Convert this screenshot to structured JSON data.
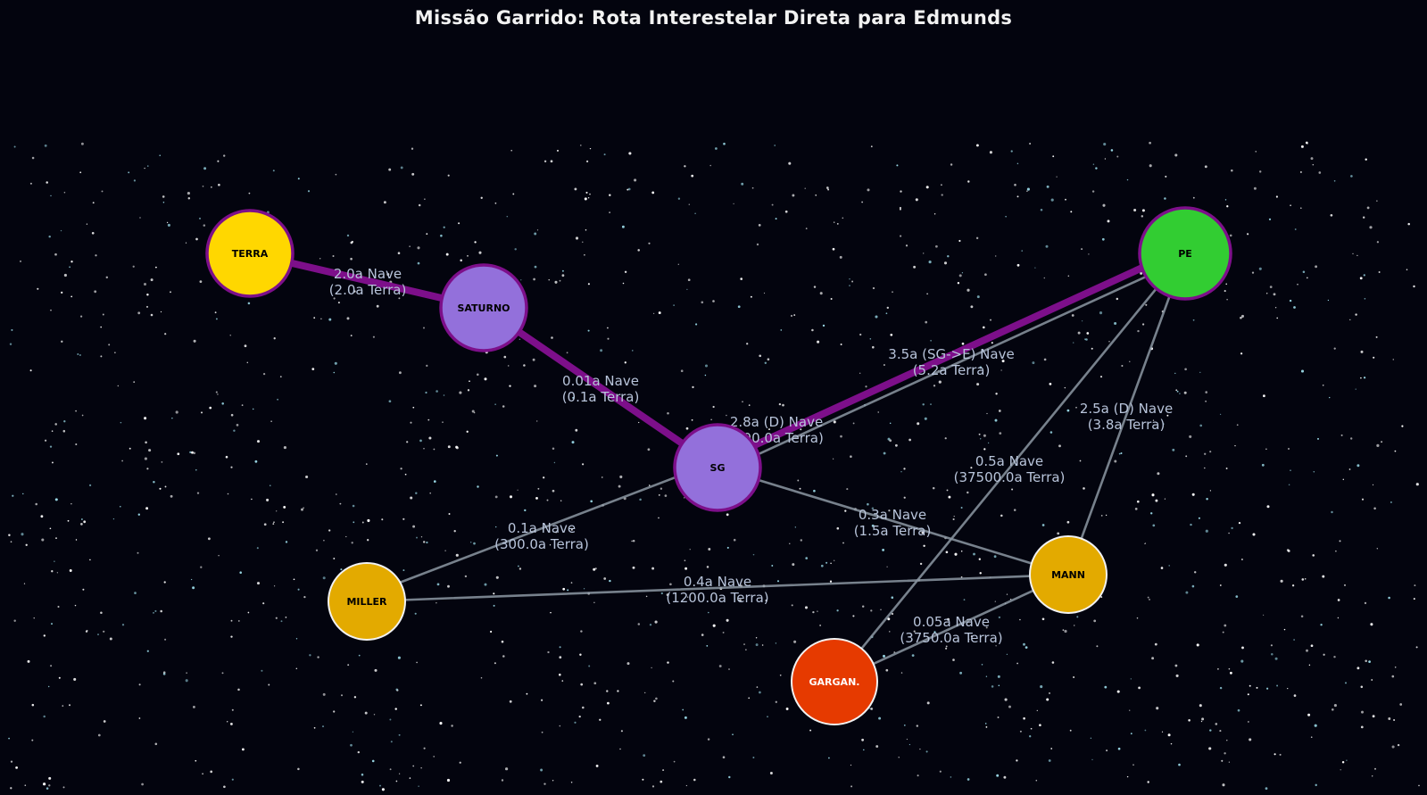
{
  "title": "Missão Garrido: Rota Interestelar Direta para Edmunds",
  "colors": {
    "background": "#03040e",
    "route": "#7d0f8a",
    "edge": "#8c97a3",
    "node_outline_route": "#7d0f8a",
    "node_outline_other": "#f2f2f2"
  },
  "nodes": [
    {
      "id": "TERRA",
      "label": "TERRA",
      "color": "#ffd700",
      "label_color": "#000000",
      "on_route": true
    },
    {
      "id": "SATURNO",
      "label": "SATURNO",
      "color": "#9370db",
      "label_color": "#000000",
      "on_route": true
    },
    {
      "id": "SG",
      "label": "SG",
      "color": "#9370db",
      "label_color": "#000000",
      "on_route": true
    },
    {
      "id": "PE",
      "label": "PE",
      "color": "#32cd32",
      "label_color": "#000000",
      "on_route": true
    },
    {
      "id": "MILLER",
      "label": "MILLER",
      "color": "#e3aa00",
      "label_color": "#000000",
      "on_route": false
    },
    {
      "id": "MANN",
      "label": "MANN",
      "color": "#e3aa00",
      "label_color": "#000000",
      "on_route": false
    },
    {
      "id": "GARGAN",
      "label": "GARGAN.",
      "color": "#e63a00",
      "label_color": "#ffffff",
      "on_route": false
    }
  ],
  "edges": [
    {
      "from": "TERRA",
      "to": "SATURNO",
      "route": true,
      "label": [
        "2.0a Nave",
        "(2.0a Terra)"
      ]
    },
    {
      "from": "SATURNO",
      "to": "SG",
      "route": true,
      "label": [
        "0.01a Nave",
        "(0.1a Terra)"
      ]
    },
    {
      "from": "SG",
      "to": "PE",
      "route": true,
      "label": [
        "2.8a (D) Nave",
        "(100.0a Terra)"
      ]
    },
    {
      "from": "SG",
      "to": "PE",
      "route": false,
      "label": [
        "3.5a (SG->E) Nave",
        "(5.2a Terra)"
      ]
    },
    {
      "from": "SG",
      "to": "MILLER",
      "route": false,
      "label": [
        "0.1a Nave",
        "(300.0a Terra)"
      ]
    },
    {
      "from": "SG",
      "to": "MANN",
      "route": false,
      "label": [
        "0.3a Nave",
        "(1.5a Terra)"
      ]
    },
    {
      "from": "MILLER",
      "to": "MANN",
      "route": false,
      "label": [
        "0.4a Nave",
        "(1200.0a Terra)"
      ]
    },
    {
      "from": "GARGAN",
      "to": "MANN",
      "route": false,
      "label": [
        "0.05a Nave",
        "(3750.0a Terra)"
      ]
    },
    {
      "from": "PE",
      "to": "MANN",
      "route": false,
      "label": [
        "2.5a (D) Nave",
        "(3.8a Terra)"
      ]
    },
    {
      "from": "PE",
      "to": "GARGAN",
      "route": false,
      "label": [
        "0.5a Nave",
        "(37500.0a Terra)"
      ]
    }
  ]
}
